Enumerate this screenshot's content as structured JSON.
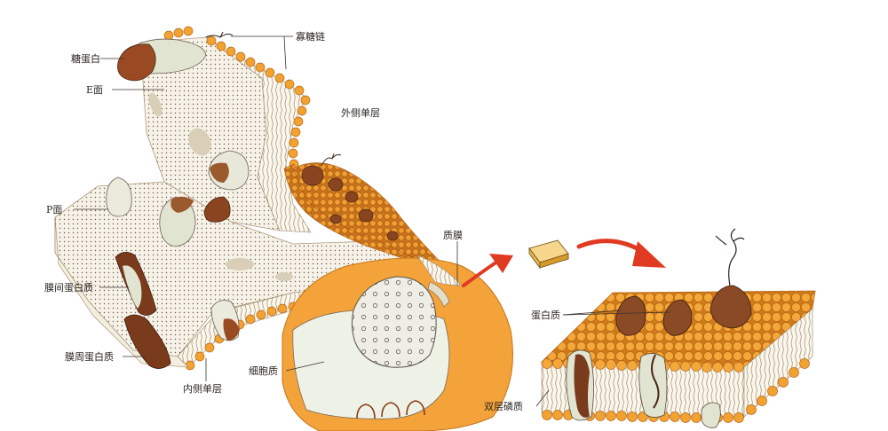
{
  "labels": {
    "glycoprotein": "糖蛋白",
    "oligosaccharide": "寡糖链",
    "e_face": "E面",
    "outer_leaflet": "外侧单层",
    "p_face": "P面",
    "plasma_membrane": "质膜",
    "integral_protein": "膜间蛋白质",
    "peripheral_protein": "膜周蛋白质",
    "inner_leaflet": "内侧单层",
    "cytoplasm": "细胞质",
    "protein": "蛋白质",
    "lipid_bilayer": "双层磷质"
  },
  "colors": {
    "lipid_head": "#f0a030",
    "lipid_head_dark": "#d07a18",
    "protein_brown": "#9a5a2e",
    "protein_dark": "#6e3a1c",
    "pale_protein": "#e2e4d2",
    "cell_orange": "#f4a23a",
    "arrow_red": "#e03a22",
    "membrane_face": "#f4f0e6",
    "nucleus_fill": "#efeee6"
  },
  "icons": {
    "pointer_arrow": "red-arrow-icon",
    "membrane_chunk": "membrane-block-icon"
  }
}
